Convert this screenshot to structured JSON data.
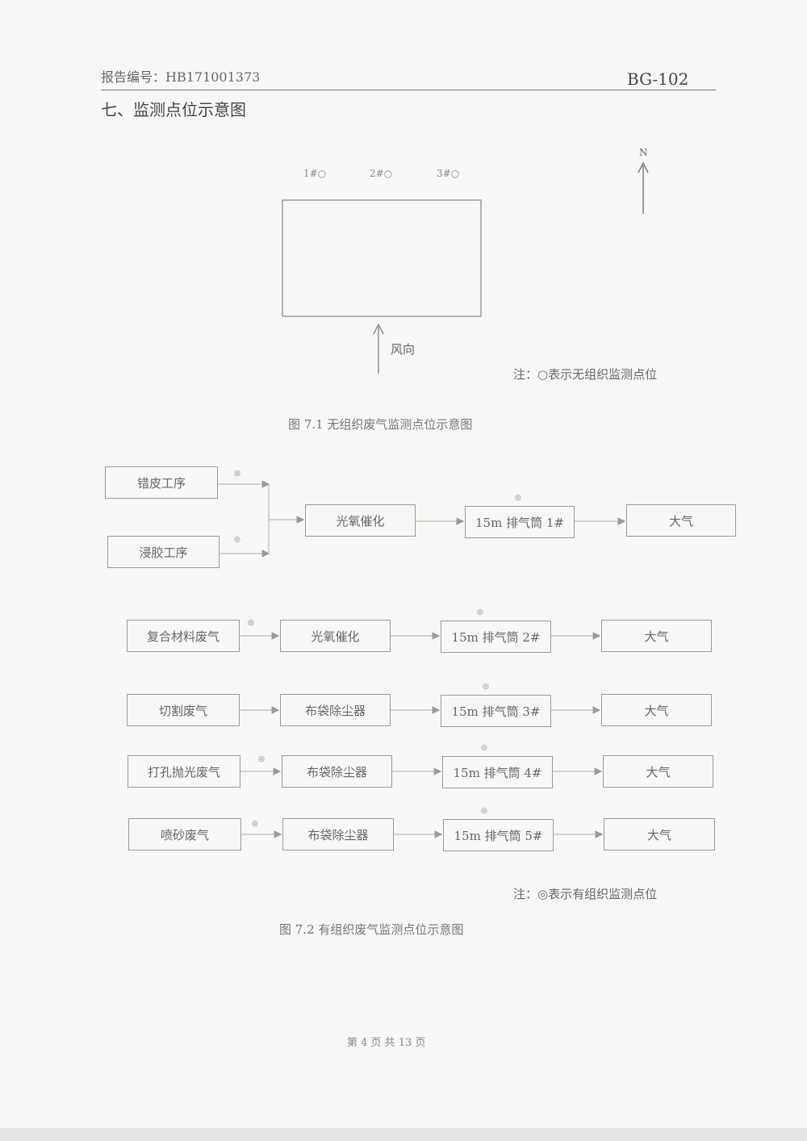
{
  "header": {
    "report_no": "报告编号：HB171001373",
    "doc_code": "BG-102"
  },
  "section_title": "七、监测点位示意图",
  "fig1": {
    "points": [
      "1#○",
      "2#○",
      "3#○"
    ],
    "north_label": "N",
    "wind_label": "风向",
    "note": "注：○表示无组织监测点位",
    "caption": "图 7.1   无组织废气监测点位示意图"
  },
  "fig2": {
    "flow1": {
      "source_top": "错皮工序",
      "source_bottom": "浸胶工序",
      "treatment": "光氧催化",
      "stack": "15m 排气筒 1#",
      "outlet": "大气"
    },
    "rows": [
      {
        "source": "复合材料废气",
        "treatment": "光氧催化",
        "stack": "15m 排气筒 2#",
        "outlet": "大气"
      },
      {
        "source": "切割废气",
        "treatment": "布袋除尘器",
        "stack": "15m 排气筒 3#",
        "outlet": "大气"
      },
      {
        "source": "打孔抛光废气",
        "treatment": "布袋除尘器",
        "stack": "15m 排气筒 4#",
        "outlet": "大气"
      },
      {
        "source": "喷砂废气",
        "treatment": "布袋除尘器",
        "stack": "15m 排气筒 5#",
        "outlet": "大气"
      }
    ],
    "marker": "◎",
    "note": "注：◎表示有组织监测点位",
    "caption": "图 7.2   有组织废气监测点位示意图"
  },
  "footer": "第 4 页  共 13 页"
}
